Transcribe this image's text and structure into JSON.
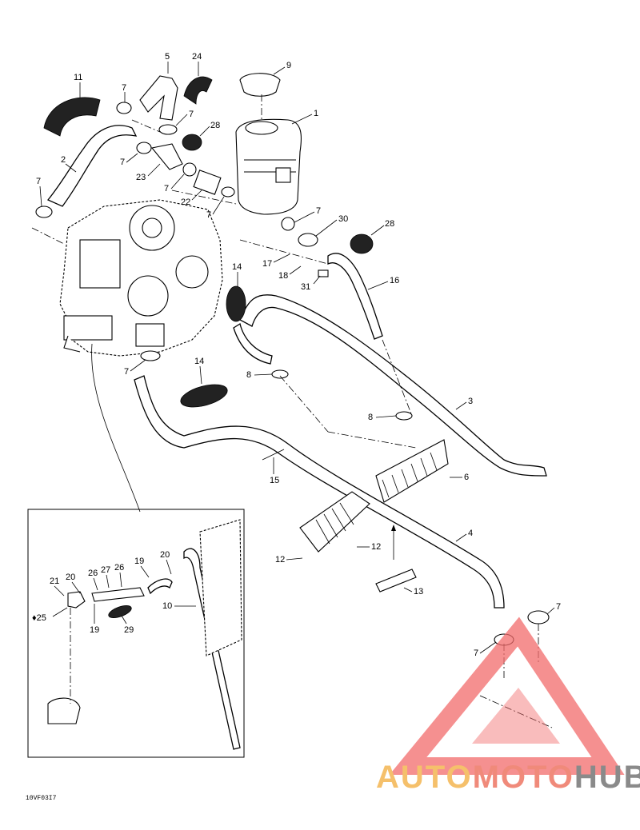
{
  "diagram": {
    "doc_code": "10VF03I7",
    "callouts": [
      "1",
      "2",
      "3",
      "4",
      "5",
      "6",
      "7",
      "8",
      "9",
      "10",
      "11",
      "12",
      "13",
      "14",
      "15",
      "16",
      "17",
      "18",
      "19",
      "20",
      "21",
      "22",
      "23",
      "24",
      "25",
      "26",
      "27",
      "28",
      "29",
      "30",
      "31"
    ],
    "callout_25_prefix": "♦"
  },
  "watermark": {
    "part1": "AUTO",
    "part2": "MOTO",
    "part3": "HUB",
    "colors": {
      "part1": "#f5c06b",
      "part2": "#f08a7a",
      "part3": "#8a8a8a",
      "triangle": "#f26b6b"
    }
  }
}
